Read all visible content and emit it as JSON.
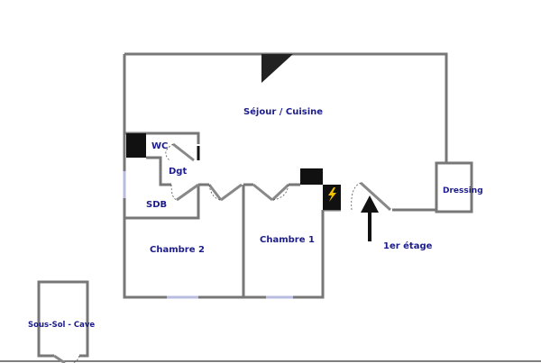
{
  "plan": {
    "rooms": [
      {
        "id": "sejour",
        "label": "Séjour / Cuisine"
      },
      {
        "id": "wc",
        "label": "WC"
      },
      {
        "id": "dgt",
        "label": "Dgt"
      },
      {
        "id": "sdb",
        "label": "SDB"
      },
      {
        "id": "chambre2",
        "label": "Chambre 2"
      },
      {
        "id": "chambre1",
        "label": "Chambre 1"
      },
      {
        "id": "dressing",
        "label": "Dressing"
      },
      {
        "id": "cave",
        "label": "Sous-Sol - Cave"
      }
    ],
    "floor_label": "1er étage",
    "colors": {
      "label": "#1c1c8c",
      "wall": "#777777",
      "fill_block": "#111111",
      "lightning": "#f2c200"
    },
    "icons": [
      "entrance-arrow-icon",
      "electric-panel-icon",
      "stair-triangle-icon"
    ]
  }
}
